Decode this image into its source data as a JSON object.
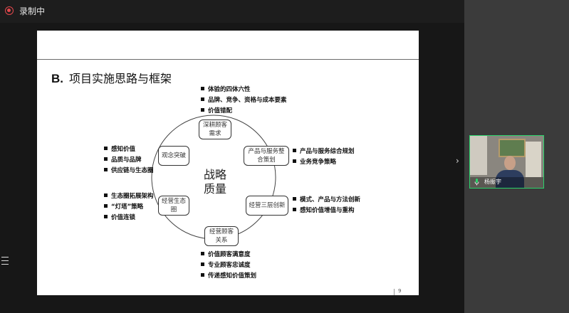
{
  "recording": {
    "label": "录制中",
    "indicator_color": "#e5484d"
  },
  "slide": {
    "title_letter": "B.",
    "title_text": "项目实施思路与框架",
    "center_line1": "战略",
    "center_line2": "质量",
    "page_number": "9",
    "nodes": {
      "top": {
        "line1": "深耕顾客",
        "line2": "需求"
      },
      "upper_right": {
        "line1": "产品与服务整",
        "line2": "合策划"
      },
      "lower_right": {
        "line1": "经营三层创新"
      },
      "bottom": {
        "line1": "经营顾客",
        "line2": "关系"
      },
      "lower_left": {
        "line1": "经营生态",
        "line2": "圈"
      },
      "upper_left": {
        "line1": "观念突破"
      }
    },
    "bullets": {
      "top": [
        "体验的四体六性",
        "品牌、竞争、资格与成本要素",
        "价值错配"
      ],
      "upper_right": [
        "产品与服务综合规划",
        "业务竞争策略"
      ],
      "lower_right": [
        "模式、产品与方法创新",
        "感知价值增值与重构"
      ],
      "bottom": [
        "价值顾客满意度",
        "专业顾客忠诚度",
        "传递感知价值策划"
      ],
      "lower_left": [
        "生态圈拓展架构",
        "“灯塔”策略",
        "价值连锁"
      ],
      "upper_left": [
        "感知价值",
        "品质与品牌",
        "供应链与生态圈"
      ]
    }
  },
  "participant": {
    "name": "杨振宇",
    "active_border": "#2bd36b"
  },
  "icons": {
    "record": "record-icon",
    "mic": "microphone-icon",
    "panel_toggle": "chevron-right-icon",
    "menu": "menu-icon"
  }
}
